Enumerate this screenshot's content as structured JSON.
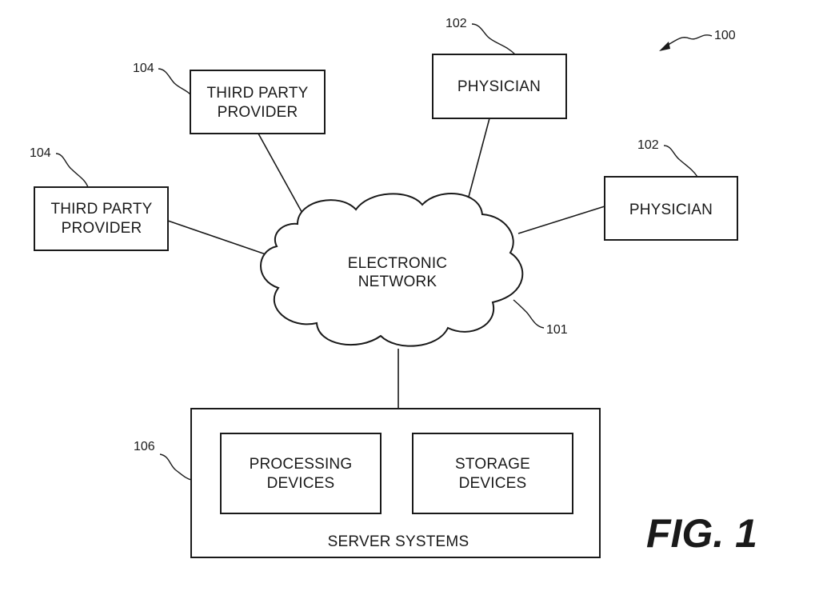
{
  "figure_label": "FIG. 1",
  "system_ref": "100",
  "network": {
    "label_lines": [
      "ELECTRONIC",
      "NETWORK"
    ],
    "ref": "101"
  },
  "physicians": [
    {
      "label": "PHYSICIAN",
      "ref": "102"
    },
    {
      "label": "PHYSICIAN",
      "ref": "102"
    }
  ],
  "third_party_providers": [
    {
      "label_lines": [
        "THIRD PARTY",
        "PROVIDER"
      ],
      "ref": "104"
    },
    {
      "label_lines": [
        "THIRD PARTY",
        "PROVIDER"
      ],
      "ref": "104"
    }
  ],
  "server_systems": {
    "label": "SERVER SYSTEMS",
    "ref": "106",
    "processing": {
      "label_lines": [
        "PROCESSING",
        "DEVICES"
      ]
    },
    "storage": {
      "label_lines": [
        "STORAGE",
        "DEVICES"
      ]
    }
  }
}
